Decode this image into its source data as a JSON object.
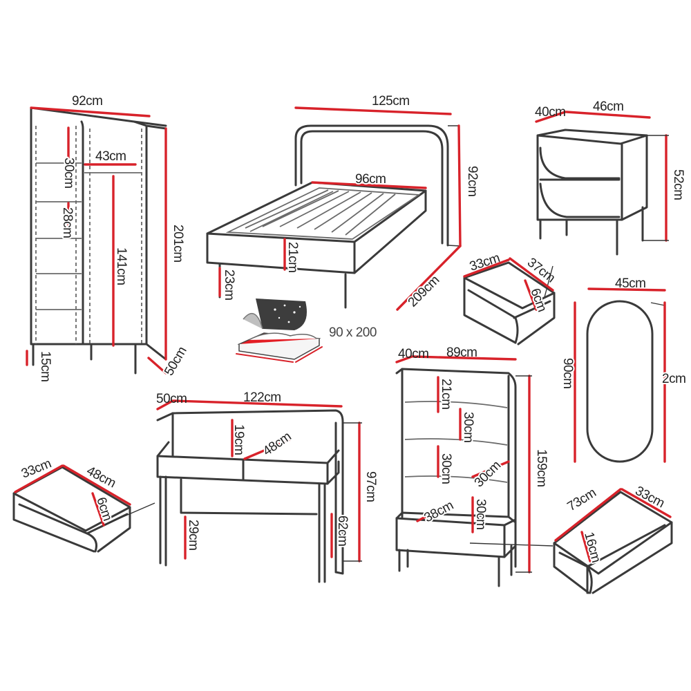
{
  "wardrobe": {
    "width": "92cm",
    "top_shelf": "30cm",
    "rail_width": "43cm",
    "shelf_gap": "28cm",
    "hang_height": "141cm",
    "height": "201cm",
    "leg": "15cm",
    "depth": "50cm"
  },
  "bed": {
    "width": "125cm",
    "inner_width": "96cm",
    "height": "92cm",
    "frame": "21cm",
    "leg": "23cm",
    "length": "209cm",
    "mattress_size": "90 x 200"
  },
  "nightstand": {
    "depth": "40cm",
    "width": "46cm",
    "height": "52cm",
    "drawer_width": "33cm",
    "drawer_depth": "37cm",
    "drawer_height": "6cm"
  },
  "mirror": {
    "width": "45cm",
    "height": "90cm",
    "thickness": "2cm"
  },
  "desk": {
    "depth": "50cm",
    "width": "122cm",
    "upper": "19cm",
    "drawer_w": "48cm",
    "height": "97cm",
    "knee": "29cm",
    "leg": "62cm",
    "drawer_width": "33cm",
    "drawer_depth": "48cm",
    "drawer_height": "6cm"
  },
  "bookcase": {
    "depth": "40cm",
    "width": "89cm",
    "shelf1": "21cm",
    "shelf2": "30cm",
    "shelf3": "30cm",
    "shelf4": "30cm",
    "shelf5": "30cm",
    "inner_depth": "38cm",
    "height": "159cm",
    "drawer_width": "73cm",
    "drawer_depth": "33cm",
    "drawer_height": "16cm"
  }
}
